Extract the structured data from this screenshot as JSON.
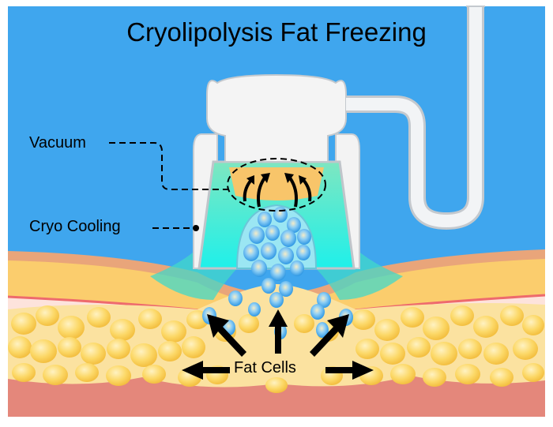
{
  "diagram": {
    "title": "Cryolipolysis Fat Freezing",
    "labels": {
      "vacuum": "Vacuum",
      "cryo_cooling": "Cryo Cooling",
      "fat_cells": "Fat Cells"
    },
    "colors": {
      "background": "#3fa6ee",
      "skin_surface": "#e9a57a",
      "dermis": "#fbcd6d",
      "subcutis_line": "#ee6a6d",
      "fat_layer": "#fbe2a0",
      "fat_cell": "#fcd25f",
      "muscle": "#e4877b",
      "applicator": "#f1f1f1",
      "cooling": "#26e8e2",
      "frozen_cell": "#4aa9ec",
      "arrow": "#000000"
    }
  }
}
